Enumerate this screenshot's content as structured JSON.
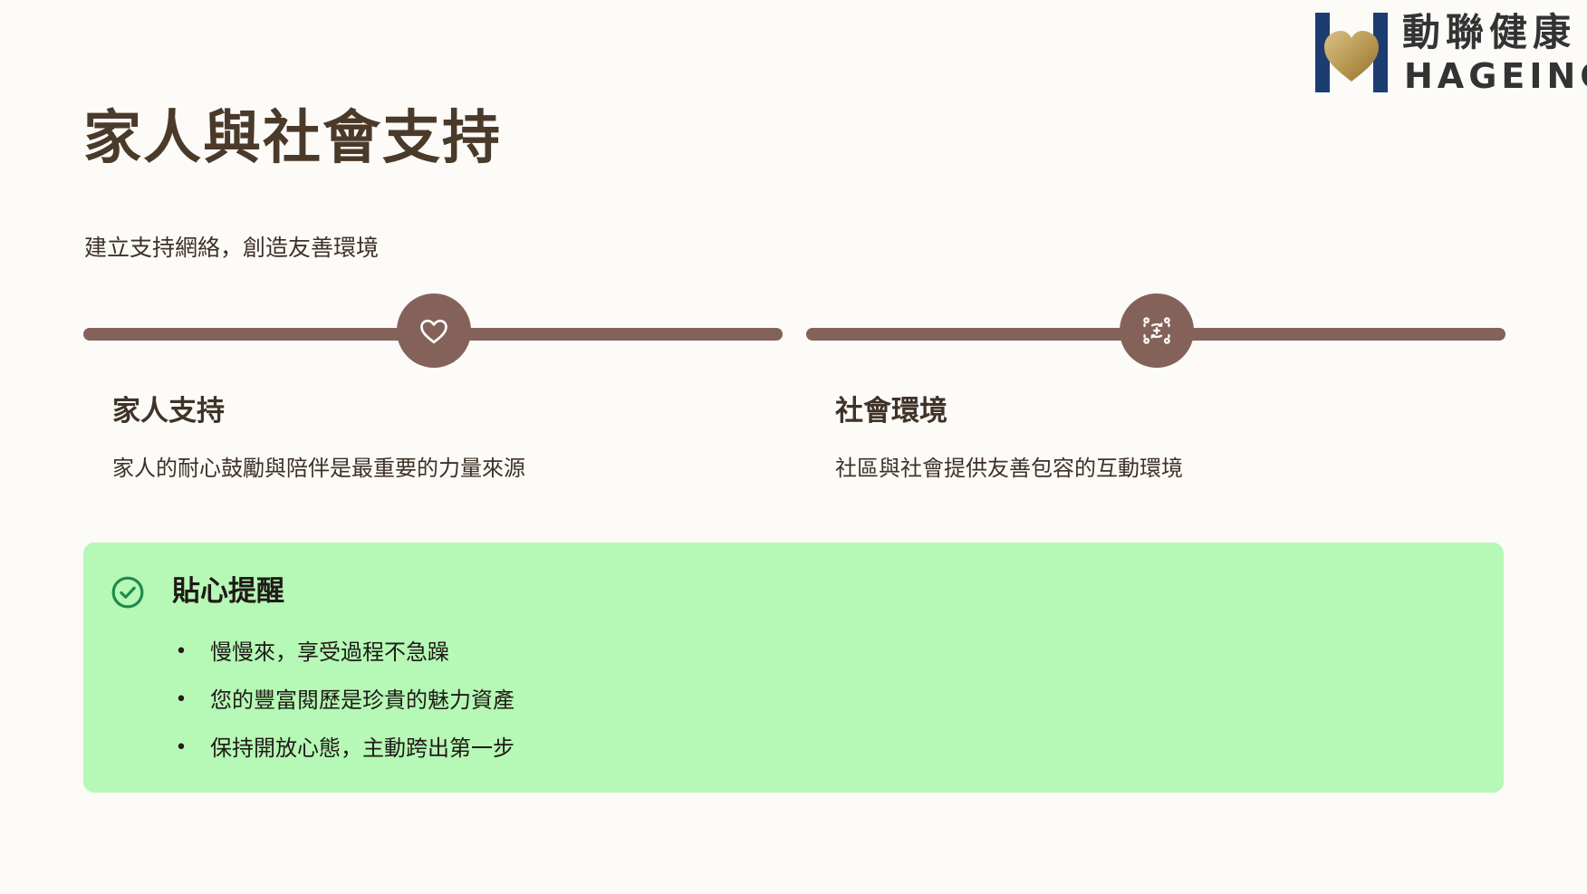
{
  "logo": {
    "name_zh": "動聯健康",
    "name_en": "HAGEING",
    "colors": {
      "navy": "#1c3d72",
      "gold": "#b7974f"
    }
  },
  "header": {
    "title": "家人與社會支持",
    "subtitle": "建立支持網絡，創造友善環境"
  },
  "cards": [
    {
      "icon": "heart-icon",
      "heading": "家人支持",
      "description": "家人的耐心鼓勵與陪伴是最重要的力量來源"
    },
    {
      "icon": "community-exchange-icon",
      "heading": "社會環境",
      "description": "社區與社會提供友善包容的互動環境"
    }
  ],
  "tips": {
    "icon": "check-circle-icon",
    "title": "貼心提醒",
    "bullet": "•",
    "items": [
      "慢慢來，享受過程不急躁",
      "您的豐富閱歷是珍貴的魅力資產",
      "保持開放心態，主動跨出第一步"
    ]
  },
  "colors": {
    "background": "#fdfbf8",
    "accent_brown": "#84625a",
    "tip_background": "#b6f8b6",
    "check_green": "#1e8a4b",
    "title_text": "#4a3a2a"
  }
}
